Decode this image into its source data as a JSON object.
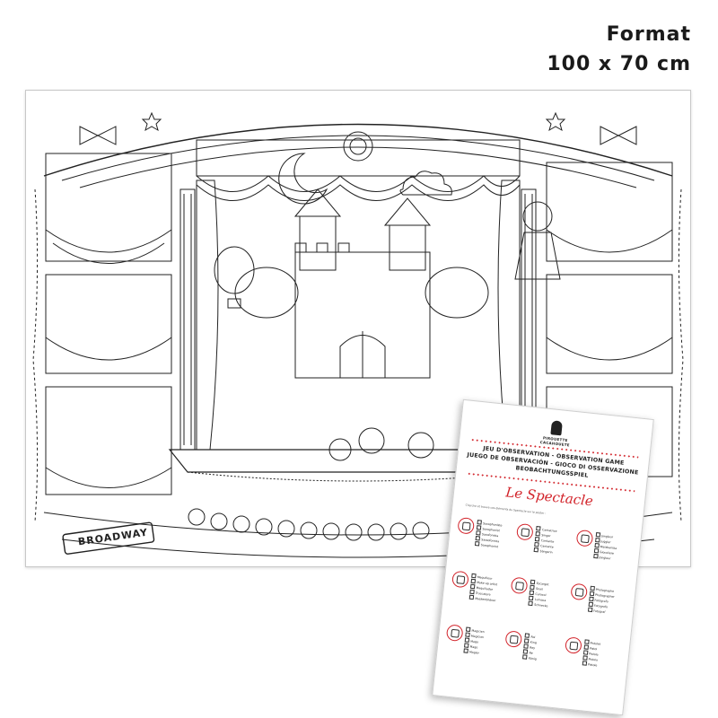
{
  "format": {
    "label": "Format",
    "size": "100 x 70 cm"
  },
  "poster": {
    "sign": "BROADWAY",
    "colors": {
      "line": "#222222",
      "background": "#ffffff"
    }
  },
  "leaflet": {
    "brand": {
      "line1": "PIROUETTE",
      "line2": "CACAHOUETE"
    },
    "titles": [
      "JEU D'OBSERVATION - OBSERVATION GAME",
      "JUEGO DE OBSERVACIÓN - GIOCO DI OSSERVAZIONE",
      "BEOBACHTUNGSSPIEL"
    ],
    "script_title": "Le Spectacle",
    "instructions": "Cherche et trouve ces éléments du Spectacle sur le poster :",
    "accent_color": "#d2232a",
    "items": [
      {
        "icon": "saxophone-icon",
        "words": [
          "Saxophoniste",
          "Saxophonist",
          "Saxofonista",
          "Sassofonista",
          "Saxophonist"
        ]
      },
      {
        "icon": "singer-icon",
        "words": [
          "Cantatrice",
          "Singer",
          "Cantante",
          "Cantante",
          "Sängerin"
        ]
      },
      {
        "icon": "juggler-icon",
        "words": [
          "Jongleur",
          "Juggler",
          "Malabarista",
          "Giocoliere",
          "Jongleur"
        ]
      },
      {
        "icon": "makeup-artist-icon",
        "words": [
          "Maquilleur",
          "Make-up artist",
          "Maquillador",
          "Truccatore",
          "Maskenbildner"
        ]
      },
      {
        "icon": "snail-icon",
        "words": [
          "Escargot",
          "Snail",
          "Caracol",
          "Lumaca",
          "Schnecke"
        ]
      },
      {
        "icon": "photographer-icon",
        "words": [
          "Photographe",
          "Photographer",
          "Fotógrafo",
          "Fotografo",
          "Fotograf"
        ]
      },
      {
        "icon": "magician-icon",
        "words": [
          "Magicien",
          "Magician",
          "Mago",
          "Mago",
          "Magier"
        ]
      },
      {
        "icon": "king-icon",
        "words": [
          "Roi",
          "King",
          "Rey",
          "Re",
          "König"
        ]
      },
      {
        "icon": "pistol-icon",
        "words": [
          "Pistolet",
          "Pistol",
          "Pistola",
          "Pistola",
          "Pistole"
        ]
      }
    ]
  }
}
